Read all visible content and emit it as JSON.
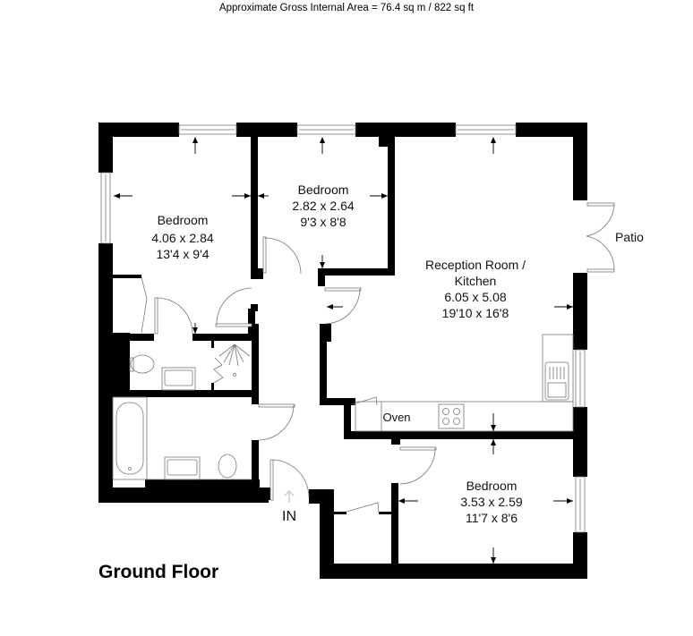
{
  "header": {
    "gross_area": "Approximate Gross Internal Area = 76.4 sq m / 822 sq ft"
  },
  "floor": {
    "title": "Ground Floor"
  },
  "rooms": [
    {
      "name": "Bedroom",
      "metric": "4.06 x 2.84",
      "imperial": "13'4 x 9'4"
    },
    {
      "name": "Bedroom",
      "metric": "2.82 x 2.64",
      "imperial": "9'3 x 8'8"
    },
    {
      "name_line1": "Reception Room /",
      "name_line2": "Kitchen",
      "metric": "6.05 x 5.08",
      "imperial": "19'10 x 16'8"
    },
    {
      "name": "Bedroom",
      "metric": "3.53 x 2.59",
      "imperial": "11'7 x 8'6"
    }
  ],
  "labels": {
    "patio": "Patio",
    "oven": "Oven",
    "entrance": "IN"
  },
  "colors": {
    "wall": "#000000",
    "fixture_line": "#777777",
    "background": "#ffffff"
  }
}
